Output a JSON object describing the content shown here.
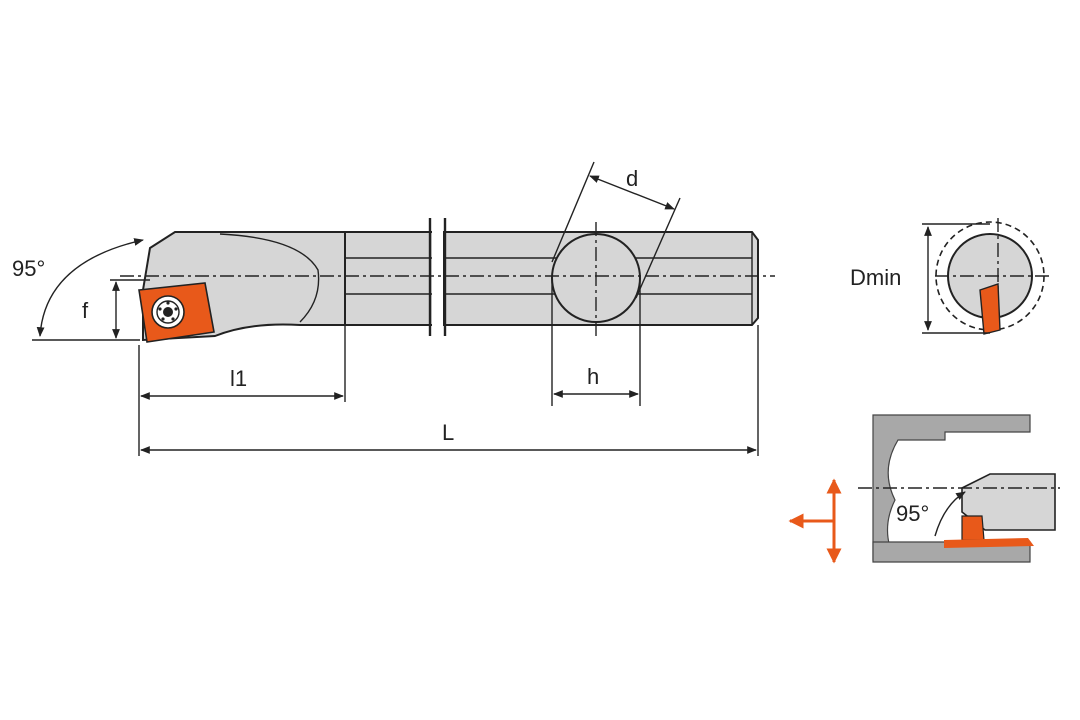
{
  "labels": {
    "angle_main": "95°",
    "f": "f",
    "l1": "l1",
    "L": "L",
    "h": "h",
    "d": "d",
    "dmin": "Dmin",
    "angle_detail": "95°"
  },
  "colors": {
    "insert": "#e8591a",
    "body": "#d6d6d6",
    "line": "#222222"
  }
}
